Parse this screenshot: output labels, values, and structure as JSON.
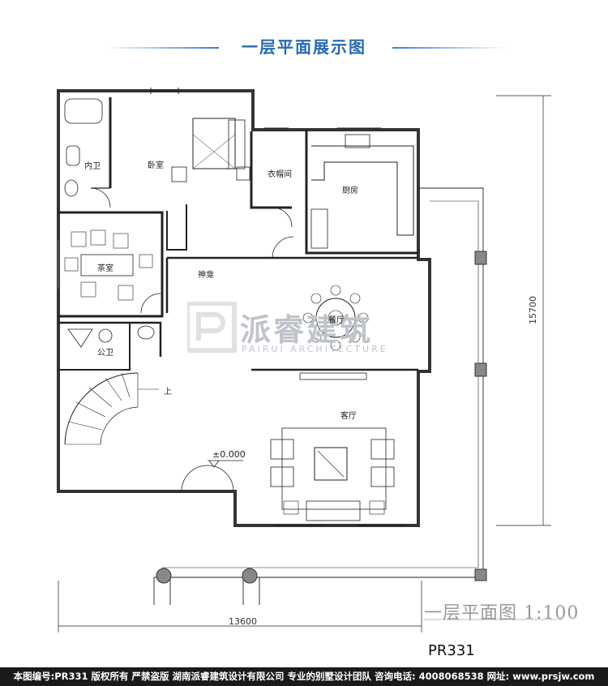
{
  "header": {
    "title": "一层平面展示图"
  },
  "rooms": {
    "inner_bath": "内卫",
    "bedroom": "卧室",
    "closet": "衣帽间",
    "kitchen": "厨房",
    "tea_room": "茶室",
    "shrine": "神龛",
    "dining": "餐厅",
    "public_bath": "公卫",
    "stairs_up": "上",
    "living": "客厅",
    "elevation": "±0.000"
  },
  "dimensions": {
    "width": "13600",
    "height": "15700"
  },
  "scale_note": "一层平面图 1:100",
  "plan_code": "PR331",
  "watermark": {
    "brand": "派睿建筑",
    "sub": "PAIRUI ARCHITECTURE"
  },
  "footer": {
    "text": "本图编号:PR331 版权所有 严禁盗版 湖南派睿建筑设计有限公司 专业的别墅设计团队 咨询电话: 4008068538 网址: www.prsjw.com"
  }
}
